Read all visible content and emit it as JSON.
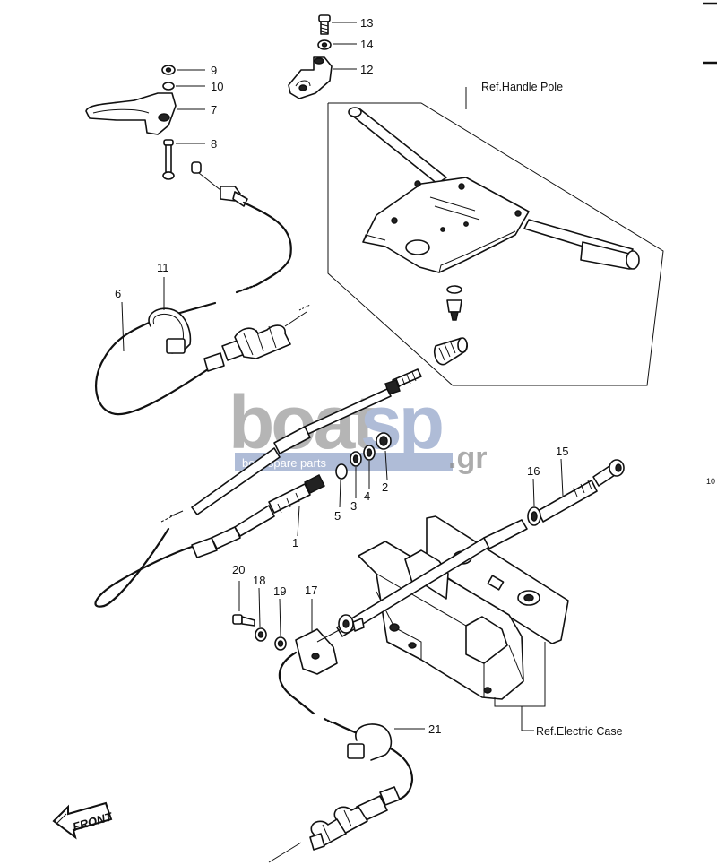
{
  "labels": {
    "n1": "1",
    "n2": "2",
    "n3": "3",
    "n4": "4",
    "n5": "5",
    "n6": "6",
    "n7": "7",
    "n8": "8",
    "n9": "9",
    "n10": "10",
    "n11": "11",
    "n12": "12",
    "n13": "13",
    "n14": "14",
    "n15": "15",
    "n16": "16",
    "n17": "17",
    "n18": "18",
    "n19": "19",
    "n20": "20",
    "n21": "21"
  },
  "references": {
    "handle_pole": "Ref.Handle Pole",
    "electric_case": "Ref.Electric Case"
  },
  "direction_marker": "FRONT",
  "watermark": {
    "word_a": "boat",
    "word_b": "sp",
    "domain": ".gr",
    "tagline": "boat spare parts"
  },
  "edge_text": "10"
}
